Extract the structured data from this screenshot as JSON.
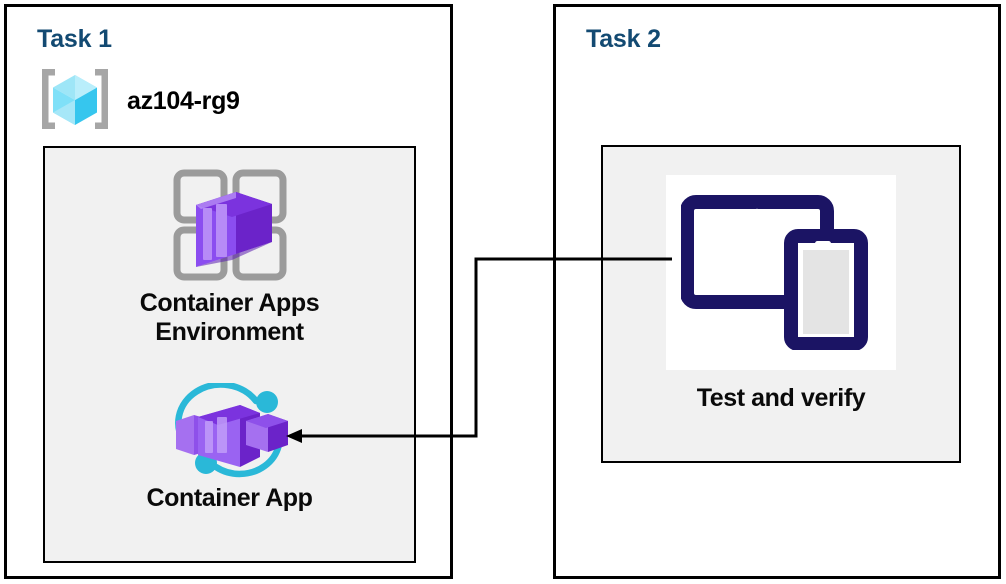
{
  "diagram": {
    "title_color": "#134a72",
    "panels": [
      {
        "id": "task1",
        "title": "Task 1",
        "resource_group": {
          "label": "az104-rg9",
          "icon": "resource-group-icon"
        },
        "nodes": [
          {
            "icon": "container-apps-environment-icon",
            "label": "Container Apps\nEnvironment"
          },
          {
            "icon": "container-app-icon",
            "label": "Container App"
          }
        ]
      },
      {
        "id": "task2",
        "title": "Task 2",
        "nodes": [
          {
            "icon": "test-devices-icon",
            "label": "Test and verify"
          }
        ]
      }
    ],
    "connector": {
      "from": "test-devices-icon",
      "to": "container-app-icon",
      "arrow": "arrow-left-icon"
    },
    "colors": {
      "panel_border": "#000000",
      "inner_fill": "#f1f1f1",
      "cube_cyan": "#32c8e8",
      "container_purple": "#7a2ed6",
      "container_purple_light": "#a570f0",
      "grid_gray": "#9b9b9b",
      "device_navy": "#1b1464",
      "accent_cyan": "#2ab8d8"
    }
  }
}
